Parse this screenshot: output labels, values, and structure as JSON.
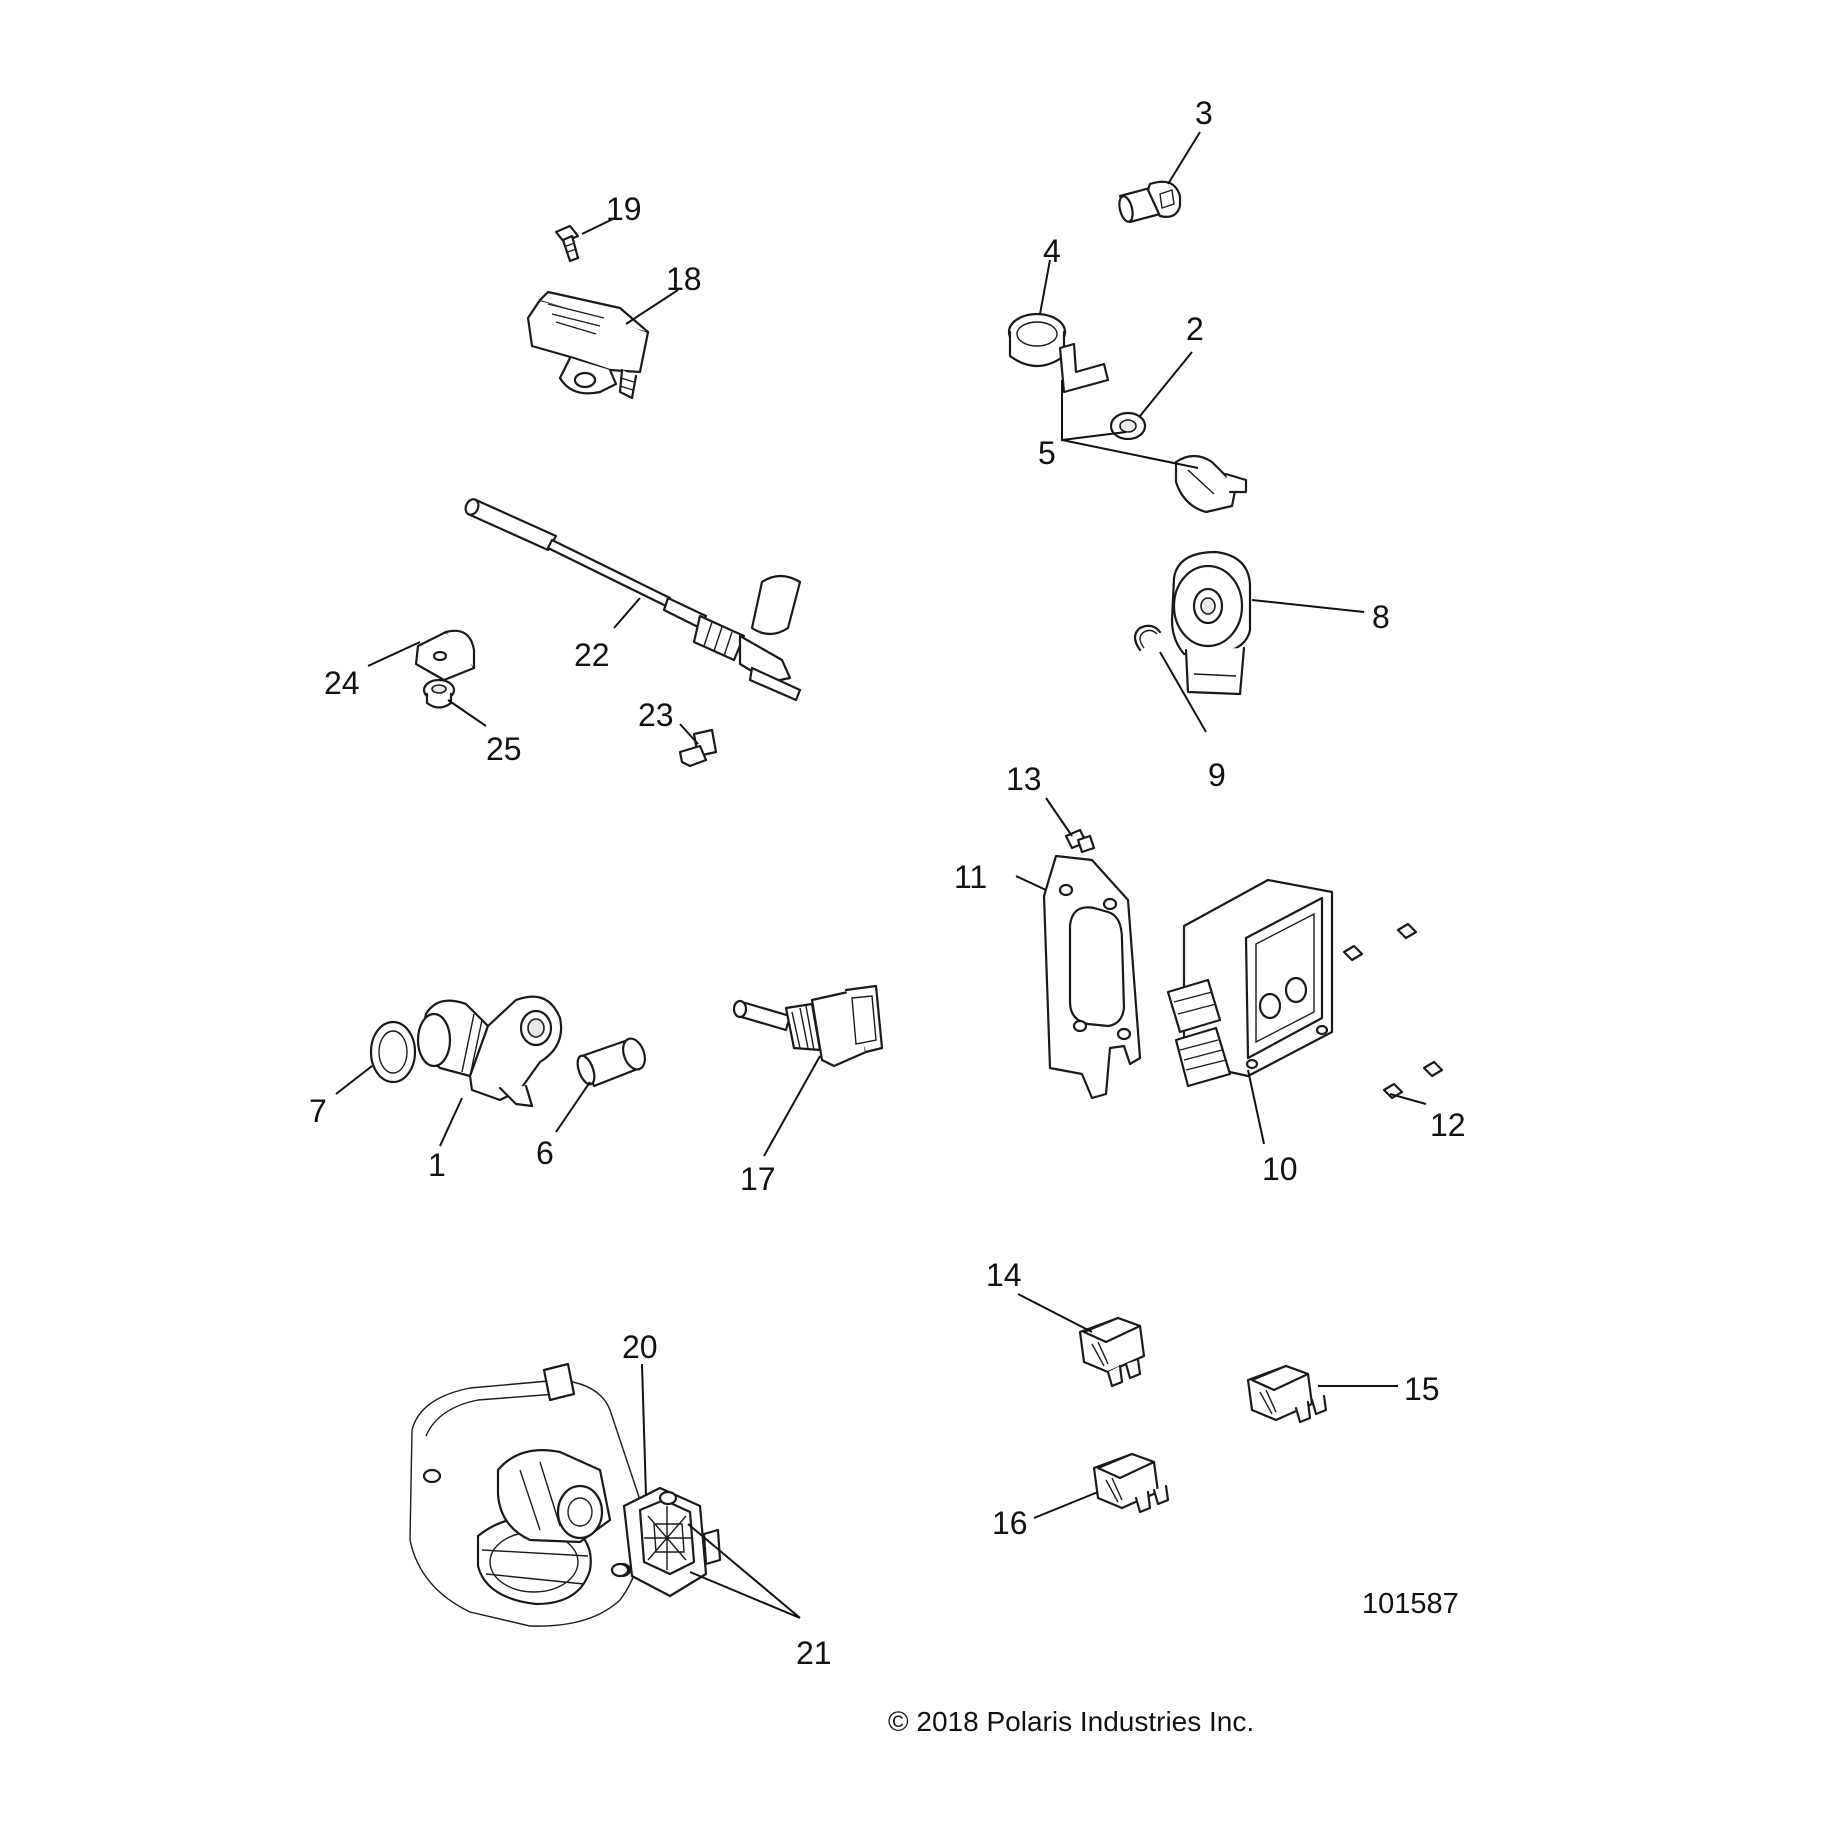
{
  "figure_number": "101587",
  "copyright": "© 2018 Polaris Industries Inc.",
  "callouts": {
    "c1": "1",
    "c2": "2",
    "c3": "3",
    "c4": "4",
    "c5": "5",
    "c6": "6",
    "c7": "7",
    "c8": "8",
    "c9": "9",
    "c10": "10",
    "c11": "11",
    "c12": "12",
    "c13": "13",
    "c14": "14",
    "c15": "15",
    "c16": "16",
    "c17": "17",
    "c18": "18",
    "c19": "19",
    "c20": "20",
    "c21": "21",
    "c22": "22",
    "c23": "23",
    "c24": "24",
    "c25": "25"
  }
}
